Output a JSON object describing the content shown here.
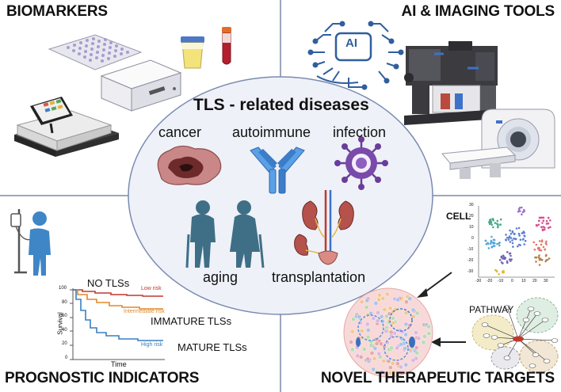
{
  "quadrants": {
    "top_left": "BIOMARKERS",
    "top_right": "AI & IMAGING TOOLS",
    "bottom_left": "PROGNOSTIC INDICATORS",
    "bottom_right": "NOVEL THERAPEUTIC TARGETS"
  },
  "center": {
    "title": "TLS - related diseases",
    "diseases": [
      "cancer",
      "autoimmune",
      "infection",
      "aging",
      "transplantation"
    ]
  },
  "ai_chip_label": "AI",
  "survival_chart": {
    "y_axis_label": "Survival",
    "x_axis_label": "Time",
    "y_ticks": [
      "100",
      "80",
      "60",
      "40",
      "20",
      "0"
    ],
    "groups": [
      "NO TLSs",
      "IMMATURE TLSs",
      "MATURE TLSs"
    ],
    "risk_labels": [
      "Low risk",
      "Intermediate risk",
      "High risk"
    ],
    "colors": [
      "#c0392b",
      "#e08a2c",
      "#3a7fc1"
    ]
  },
  "tsne": {
    "label": "CELL",
    "x_ticks": [
      "-30",
      "-20",
      "-10",
      "0",
      "10",
      "20",
      "30"
    ],
    "y_ticks": [
      "30",
      "20",
      "10",
      "0",
      "-10",
      "-20",
      "-30"
    ]
  },
  "pathway_label": "PATHWAY",
  "colors": {
    "divider": "#7a8aa6",
    "ellipse_fill": "#eef1f8",
    "ellipse_stroke": "#7b8ab0",
    "figure_blue": "#3d6f90",
    "antibody_blue": "#4d8fd6",
    "virus_purple": "#6a3d9a"
  }
}
